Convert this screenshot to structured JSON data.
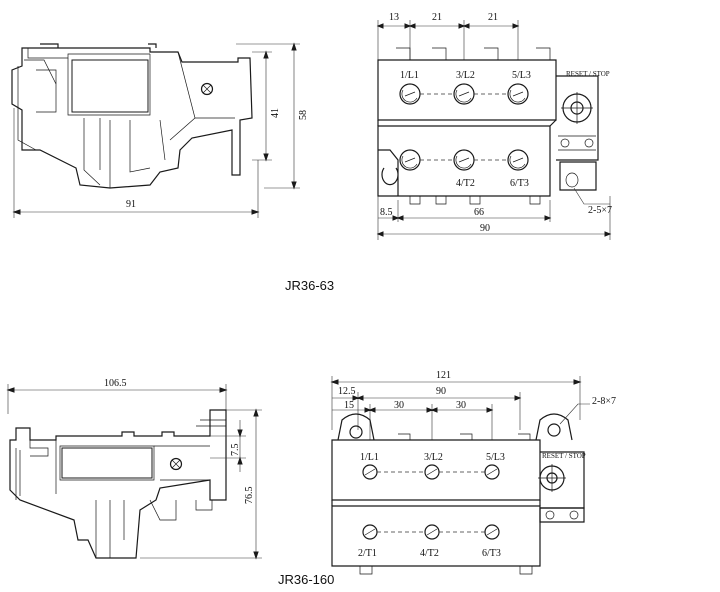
{
  "top": {
    "caption": "JR36-63",
    "side": {
      "width": "91",
      "height_total": "58",
      "height_partial": "41"
    },
    "front": {
      "dim_top": [
        "13",
        "21",
        "21"
      ],
      "dim_bottom_left": "8.5",
      "dim_bottom_mid": "66",
      "dim_bottom_total": "90",
      "holes": "2-5×7",
      "reset": "RESET / STOP",
      "line_terminals": [
        "1/L1",
        "3/L2",
        "5/L3"
      ],
      "load_terminals": [
        "4/T2",
        "6/T3"
      ]
    }
  },
  "bottom": {
    "caption": "JR36-160",
    "side": {
      "width": "106.5",
      "height_partial": "7.5",
      "height_total": "76.5"
    },
    "front": {
      "dim_total": "121",
      "dim_left1": "12.5",
      "dim_left2": "15",
      "dim_span": "90",
      "dim_pitch": [
        "30",
        "30"
      ],
      "holes": "2-8×7",
      "reset": "RESET / STOP",
      "line_terminals": [
        "1/L1",
        "3/L2",
        "5/L3"
      ],
      "load_terminals": [
        "2/T1",
        "4/T2",
        "6/T3"
      ]
    }
  }
}
